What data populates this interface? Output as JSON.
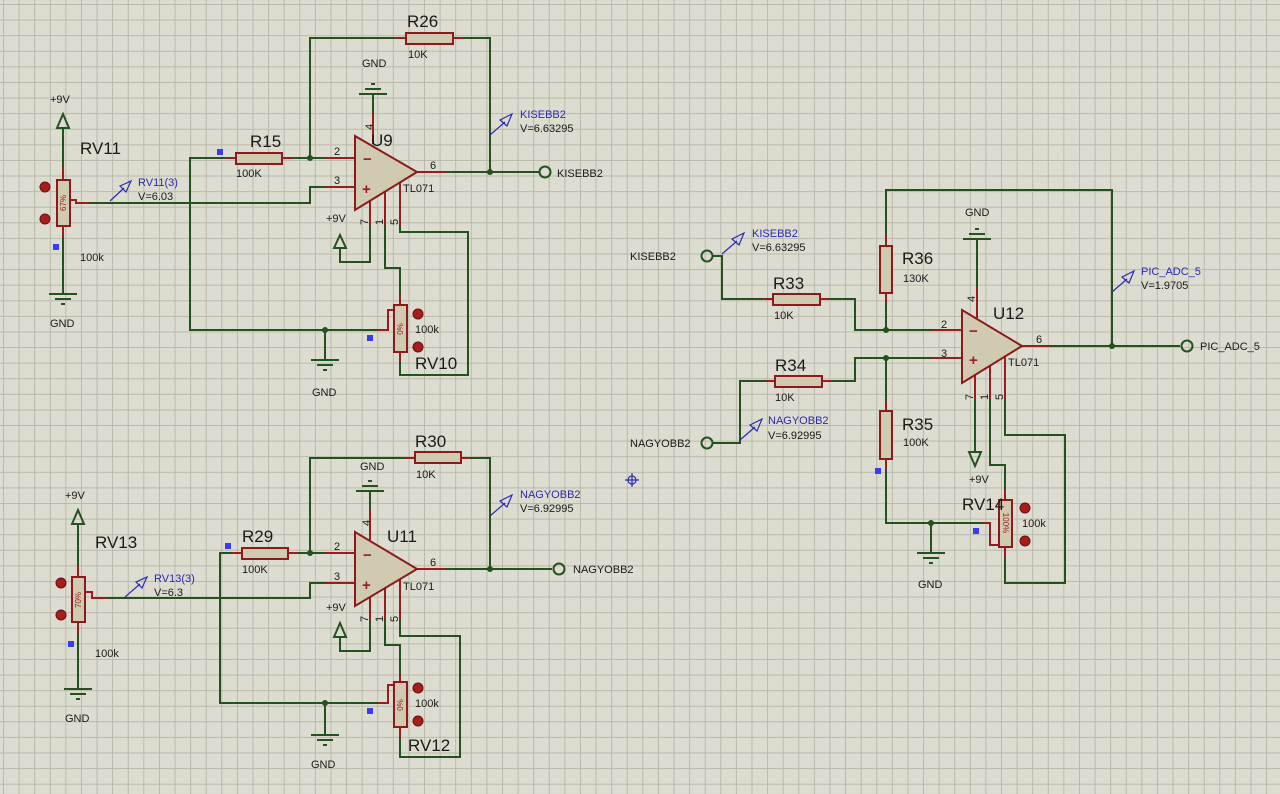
{
  "colors": {
    "wire": "#24521f",
    "pin": "#9b1c1c",
    "body": "#cfcab0",
    "probe": "#2a2ab0",
    "background": "#dcdcd0"
  },
  "power": {
    "vcc": "+9V",
    "gnd": "GND"
  },
  "pins": {
    "inv": "2",
    "noninv": "3",
    "out": "6",
    "vpos": "4",
    "vneg": "7",
    "offset1": "1",
    "offset2": "5"
  },
  "opamps": {
    "u9": {
      "ref": "U9",
      "type": "TL071"
    },
    "u11": {
      "ref": "U11",
      "type": "TL071"
    },
    "u12": {
      "ref": "U12",
      "type": "TL071"
    }
  },
  "resistors": {
    "r15": {
      "ref": "R15",
      "value": "100K"
    },
    "r26": {
      "ref": "R26",
      "value": "10K"
    },
    "r29": {
      "ref": "R29",
      "value": "100K"
    },
    "r30": {
      "ref": "R30",
      "value": "10K"
    },
    "r33": {
      "ref": "R33",
      "value": "10K"
    },
    "r34": {
      "ref": "R34",
      "value": "10K"
    },
    "r35": {
      "ref": "R35",
      "value": "100K"
    },
    "r36": {
      "ref": "R36",
      "value": "130K"
    }
  },
  "pots": {
    "rv10": {
      "ref": "RV10",
      "value": "100k",
      "percent": "0%"
    },
    "rv11": {
      "ref": "RV11",
      "value": "100k",
      "percent": "67%"
    },
    "rv12": {
      "ref": "RV12",
      "value": "100k",
      "percent": "0%"
    },
    "rv13": {
      "ref": "RV13",
      "value": "100k",
      "percent": "70%"
    },
    "rv14": {
      "ref": "RV14",
      "value": "100k",
      "percent": "100%"
    }
  },
  "terminals": {
    "kisebb2_out": "KISEBB2",
    "nagyobb2_out": "NAGYOBB2",
    "kisebb2_in": "KISEBB2",
    "nagyobb2_in": "NAGYOBB2",
    "pic_adc_5": "PIC_ADC_5"
  },
  "probes": {
    "rv11": {
      "name": "RV11(3)",
      "voltage": "V=6.03"
    },
    "rv13": {
      "name": "RV13(3)",
      "voltage": "V=6.3"
    },
    "kisebb2_a": {
      "name": "KISEBB2",
      "voltage": "V=6.63295"
    },
    "kisebb2_b": {
      "name": "KISEBB2",
      "voltage": "V=6.63295"
    },
    "nagyobb2_a": {
      "name": "NAGYOBB2",
      "voltage": "V=6.92995"
    },
    "nagyobb2_b": {
      "name": "NAGYOBB2",
      "voltage": "V=6.92995"
    },
    "pic_adc_5": {
      "name": "PIC_ADC_5",
      "voltage": "V=1.9705"
    }
  }
}
